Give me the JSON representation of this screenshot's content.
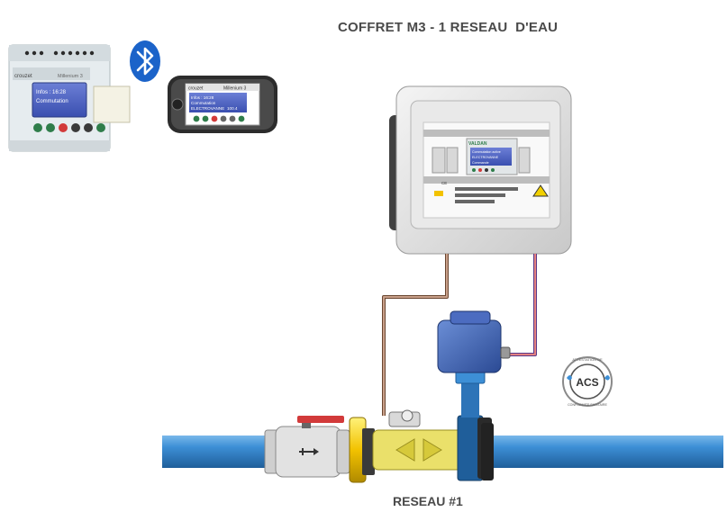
{
  "title": "COFFRET M3 - 1 RESEAU  D'EAU",
  "caption": "RESEAU #1",
  "badge": {
    "label": "ACS",
    "ring_top": "ATTESTATION DE",
    "ring_bottom": "CONFORMITE SANITAIRE"
  },
  "plc": {
    "logo": "crouzet",
    "screen_line1": "Infos : 16:28",
    "screen_line2": "Commutation",
    "device_label": "Millenium 3"
  },
  "phone": {
    "logo": "crouzet",
    "header": "Millenium 3",
    "screen_line1": "Infos : 16:28",
    "screen_line2": "Commutation",
    "screen_line3": "ELECTROVANNE",
    "screen_line4": "100.4"
  },
  "cabinet": {
    "brand": "VALDAN",
    "screen_line1": "Commutation active",
    "screen_line2": "ELECTROVANNE",
    "screen_line3": "Commande",
    "sticker": "CE"
  },
  "colors": {
    "pipe": "#3d8fd6",
    "pipe_dark": "#1f5e9a",
    "flange": "#f2c200",
    "meter": "#e8d84a",
    "actuator": "#3c5fb0",
    "bluetooth": "#1b63c9",
    "cable_brown": "#a0694a",
    "cable_red": "#d24a4a",
    "title_text": "#4a4a4a"
  },
  "icons": [
    "bluetooth-icon",
    "acs-badge-icon",
    "warning-icon",
    "flow-arrow-icon"
  ]
}
